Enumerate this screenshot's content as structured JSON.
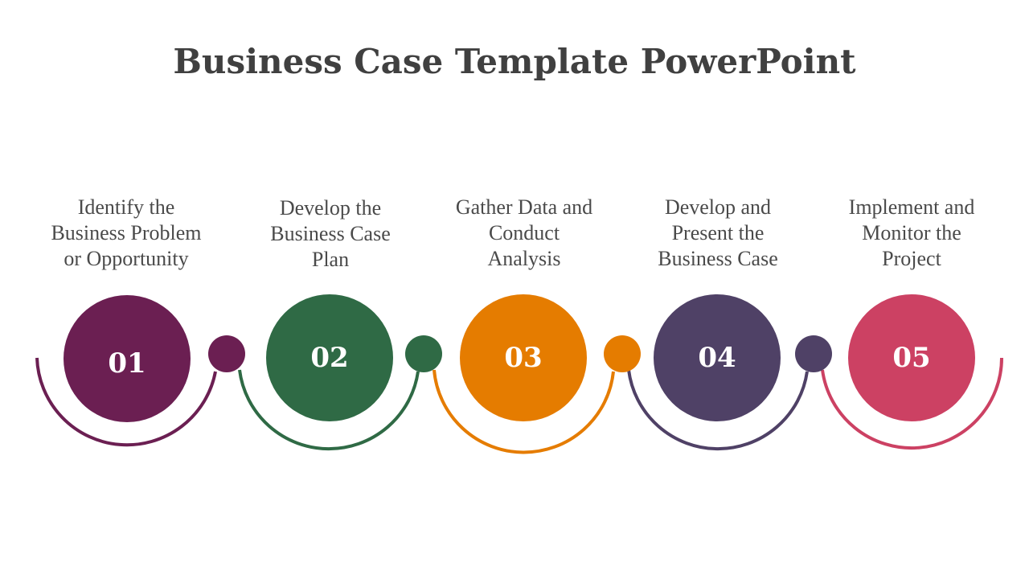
{
  "title": "Business Case Template PowerPoint",
  "steps": [
    {
      "number": "01",
      "label_lines": [
        "Identify the",
        "Business Problem",
        "or Opportunity"
      ],
      "color": "#6b1f52"
    },
    {
      "number": "02",
      "label_lines": [
        "Develop the",
        "Business Case",
        "Plan"
      ],
      "color": "#2f6a45"
    },
    {
      "number": "03",
      "label_lines": [
        "Gather Data and",
        "Conduct",
        "Analysis"
      ],
      "color": "#e57c00"
    },
    {
      "number": "04",
      "label_lines": [
        "Develop and",
        "Present the",
        "Business Case"
      ],
      "color": "#4f4166"
    },
    {
      "number": "05",
      "label_lines": [
        "Implement and",
        "Monitor the",
        "Project"
      ],
      "color": "#cc4163"
    }
  ]
}
